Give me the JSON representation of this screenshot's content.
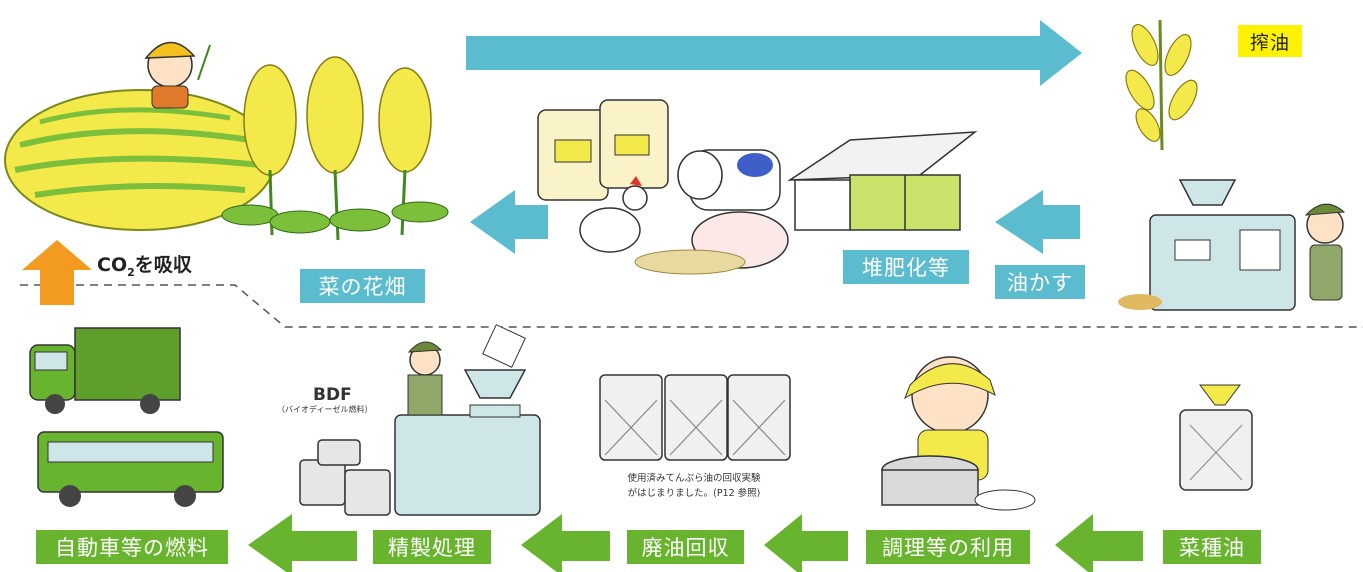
{
  "colors": {
    "blue_arrow": "#5bbccf",
    "green_arrow": "#69b42e",
    "orange_arrow": "#f39a21",
    "label_yellow": "#fff200",
    "field_yellow": "#f3e94a",
    "field_green": "#7cbf3a",
    "machine_blue": "#cfe6e8"
  },
  "labels": {
    "pressing": "搾油",
    "field": "菜の花畑",
    "compost": "堆肥化等",
    "oilcake": "油かす",
    "co2_prefix": "CO",
    "co2_sub": "2",
    "co2_suffix": "を吸収",
    "bdf": "BDF",
    "bdf_sub": "（バイオディーゼル燃料）",
    "collection_note_line1": "使用済みてんぷら油の回収実験",
    "collection_note_line2": "がはじまりました。(P12 参照)",
    "vehicle_fuel": "自動車等の燃料",
    "refining": "精製処理",
    "waste_oil": "廃油回収",
    "cooking": "調理等の利用",
    "rapeseed_oil": "菜種油"
  }
}
